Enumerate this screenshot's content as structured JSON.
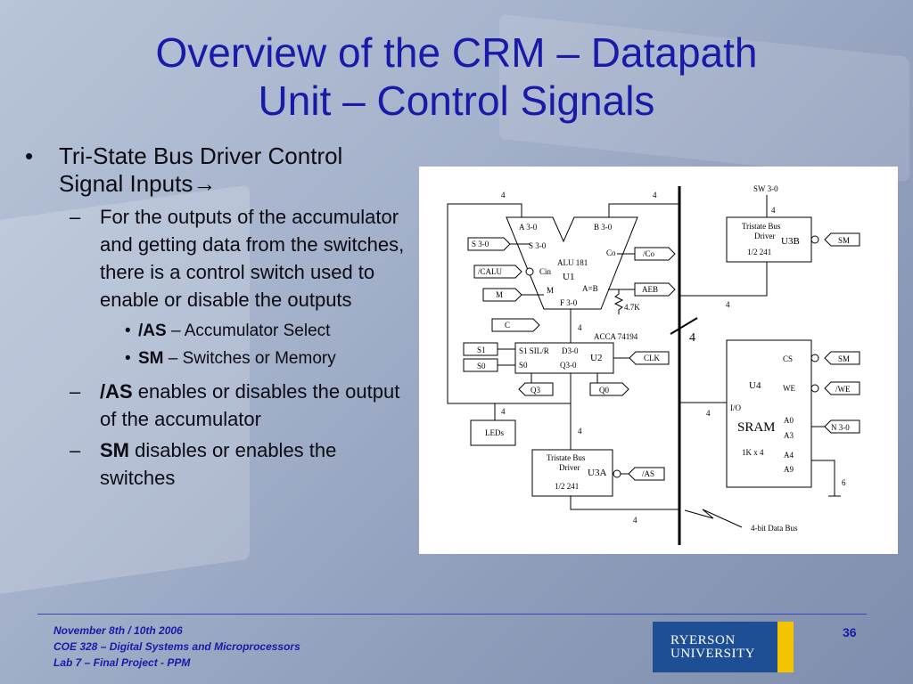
{
  "title": {
    "line1": "Overview of the CRM – Datapath",
    "line2": "Unit – Control Signals"
  },
  "bullets": {
    "main": {
      "text": "Tri-State Bus Driver Control Signal Inputs",
      "arrow": "→"
    },
    "sub1": "For the outputs of the accumulator and getting data from the switches, there is a control switch used to enable or disable the outputs",
    "sub1_items": [
      {
        "bold": "/AS",
        "text": " – Accumulator Select"
      },
      {
        "bold": "SM",
        "text": " – Switches or Memory"
      }
    ],
    "sub2": {
      "bold": "/AS",
      "text": " enables or disables the output of the accumulator"
    },
    "sub3": {
      "bold": "SM",
      "text": " disables or enables the switches"
    }
  },
  "diagram": {
    "alu": {
      "a": "A 3-0",
      "b": "B 3-0",
      "s": "S 3-0",
      "cin": "Cin",
      "m": "M",
      "name": "ALU 181",
      "id": "U1",
      "co": "Co",
      "aeb": "A=B",
      "f": "F 3-0"
    },
    "inputs": {
      "s": "S 3-0",
      "calu": "/CALU",
      "m": "M",
      "c": "C",
      "s1": "S1",
      "s0": "S0",
      "clk": "CLK",
      "sm": "SM",
      "cs_sm": "SM",
      "we": "/WE",
      "n": "N 3-0",
      "as": "/AS"
    },
    "outputs": {
      "co": "/Co",
      "aeb": "AEB",
      "q3": "Q3",
      "q0": "Q0",
      "leds": "LEDs"
    },
    "resistor": "4.7K",
    "acc": {
      "name": "ACCA 74194",
      "id": "U2",
      "s1": "S1 SIL/R",
      "d": "D3-0",
      "s0": "S0",
      "q": "Q3-0"
    },
    "u3b": {
      "line1": "Tristate Bus",
      "line2": "Driver",
      "id": "U3B",
      "half": "1/2 241",
      "sw": "SW 3-0"
    },
    "u3a": {
      "line1": "Tristate Bus",
      "line2": "Driver",
      "id": "U3A",
      "half": "1/2 241"
    },
    "sram": {
      "id": "U4",
      "name": "SRAM",
      "size": "1K x 4",
      "cs": "CS",
      "we": "WE",
      "io": "I/O",
      "a0": "A0",
      "a3": "A3",
      "a4": "A4",
      "a9": "A9"
    },
    "bus_width": "4",
    "bus_label": "4-bit Data Bus",
    "widths": {
      "w4": "4",
      "w6": "6"
    }
  },
  "footer": {
    "date": "November 8th / 10th 2006",
    "course": "COE 328 – Digital Systems and Microprocessors",
    "lab": "Lab 7 – Final Project - PPM",
    "page": "36",
    "logo_line1": "RYERSON",
    "logo_line2": "UNIVERSITY"
  },
  "colors": {
    "title": "#1a1aa8",
    "logo_blue": "#1e4f95",
    "logo_yellow": "#f5c400"
  }
}
